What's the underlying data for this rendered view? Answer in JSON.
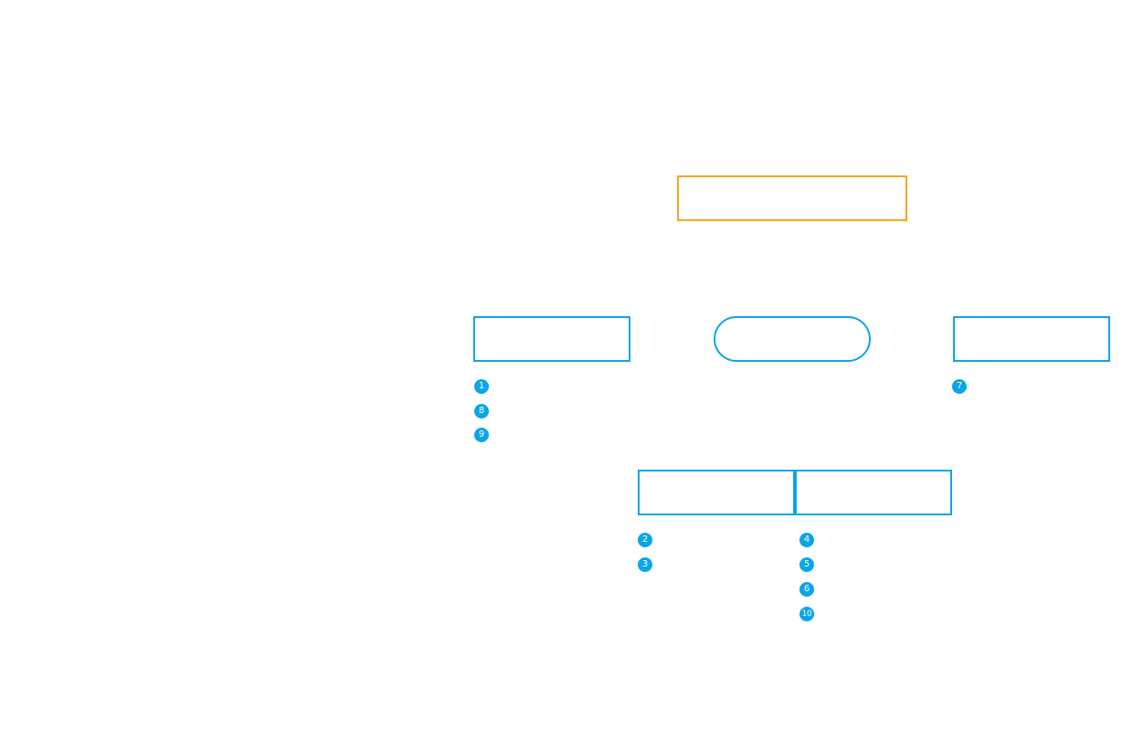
{
  "colors": {
    "accent": "#0aa6e6",
    "highlight": "#f5a623",
    "background": "#ffffff",
    "badge_text": "#ffffff"
  },
  "nodes": {
    "top": {
      "label": ""
    },
    "left": {
      "label": ""
    },
    "center": {
      "label": ""
    },
    "right": {
      "label": ""
    },
    "bottom_left": {
      "label": ""
    },
    "bottom_right": {
      "label": ""
    }
  },
  "badges": {
    "b1": "1",
    "b2": "2",
    "b3": "3",
    "b4": "4",
    "b5": "5",
    "b6": "6",
    "b7": "7",
    "b8": "8",
    "b9": "9",
    "b10": "10"
  }
}
